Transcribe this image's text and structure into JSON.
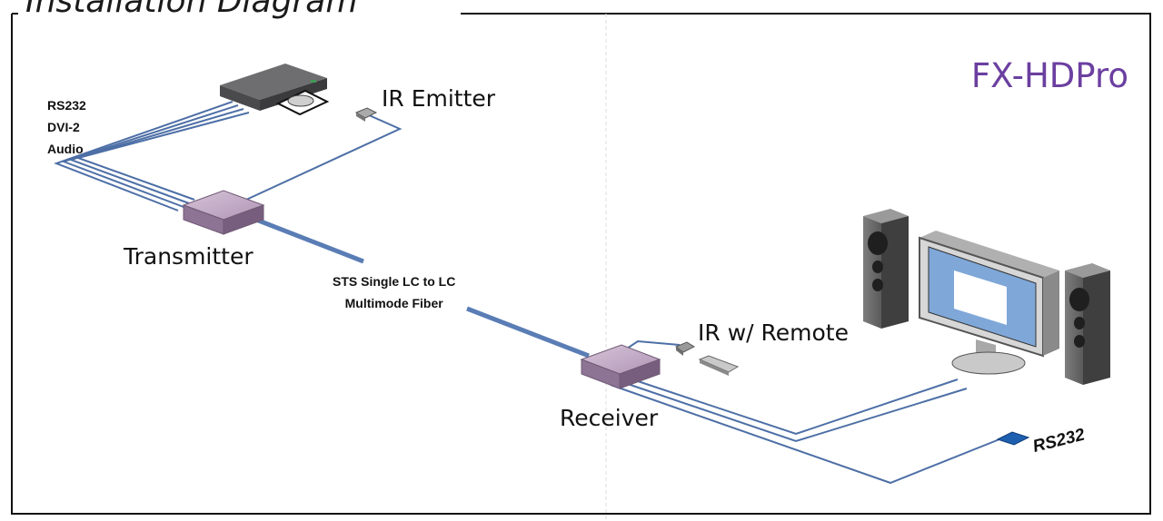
{
  "title": "Installation Diagram",
  "brand": "FX-HDPro",
  "labels": {
    "source_ports": [
      "RS232",
      "DVI-2",
      "Audio"
    ],
    "ir_emitter": "IR Emitter",
    "transmitter": "Transmitter",
    "fiber_line1": "STS Single LC to LC",
    "fiber_line2": "Multimode Fiber",
    "ir_remote": "IR w/ Remote",
    "receiver": "Receiver",
    "rs232": "RS232"
  },
  "icons": [
    "dvd-player-icon",
    "ir-emitter-icon",
    "transmitter-box-icon",
    "receiver-box-icon",
    "ir-sensor-icon",
    "remote-control-icon",
    "speaker-left-icon",
    "speaker-right-icon",
    "monitor-icon",
    "rs232-connector-icon"
  ],
  "colors": {
    "cable": "#4d6fa6",
    "box": "#b79abd",
    "brand": "#6b3fa0",
    "screen": "#7fa7d8"
  }
}
